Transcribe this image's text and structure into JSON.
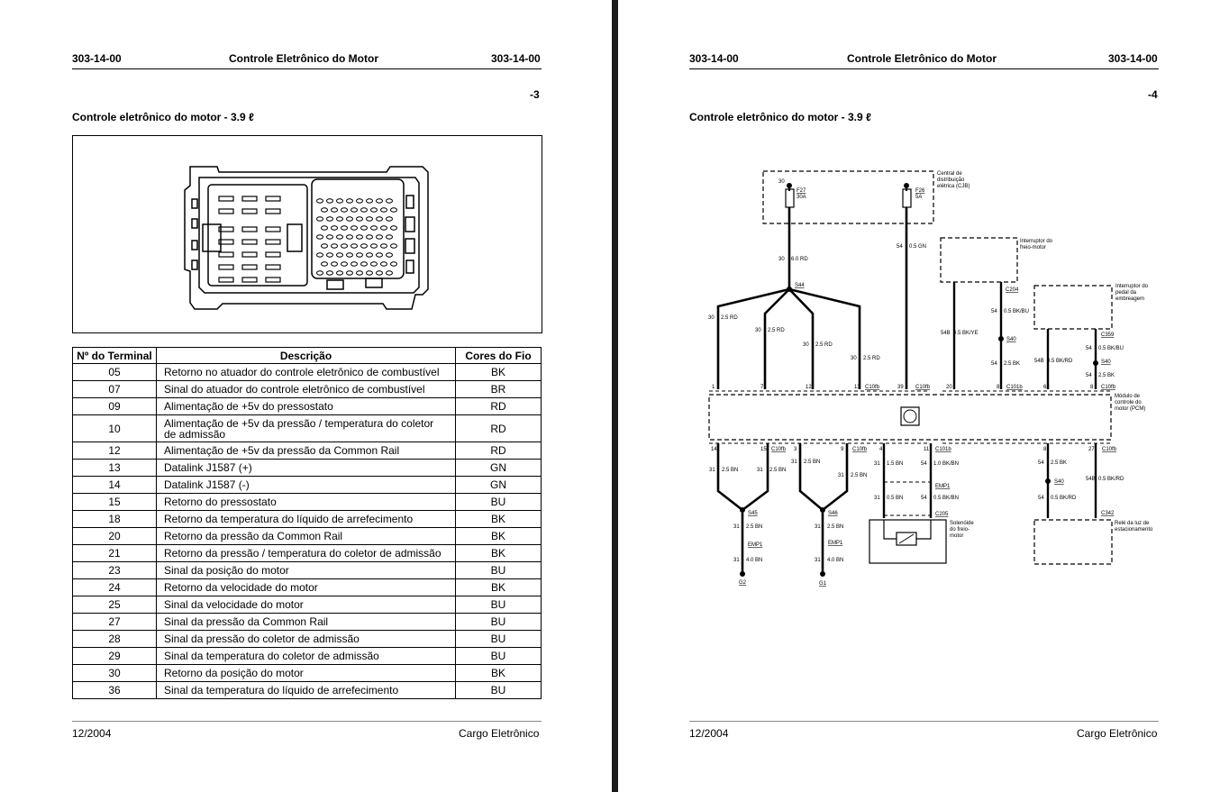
{
  "left_page": {
    "header_left": "303-14-00",
    "header_center": "Controle Eletrônico do Motor",
    "header_right": "303-14-00",
    "page_number": "-3",
    "section_title": "Controle eletrônico do motor - 3.9 ℓ",
    "table": {
      "headers": [
        "Nº do Terminal",
        "Descrição",
        "Cores do Fio"
      ],
      "rows": [
        [
          "05",
          "Retorno no atuador do controle eletrônico de combustível",
          "BK"
        ],
        [
          "07",
          "Sinal do atuador do controle eletrônico de combustível",
          "BR"
        ],
        [
          "09",
          "Alimentação de +5v do pressostato",
          "RD"
        ],
        [
          "10",
          "Alimentação de +5v da pressão / temperatura do coletor de admissão",
          "RD"
        ],
        [
          "12",
          "Alimentação de +5v da pressão da Common Rail",
          "RD"
        ],
        [
          "13",
          "Datalink J1587 (+)",
          "GN"
        ],
        [
          "14",
          "Datalink J1587 (-)",
          "GN"
        ],
        [
          "15",
          "Retorno do pressostato",
          "BU"
        ],
        [
          "18",
          "Retorno da temperatura do líquido de arrefecimento",
          "BK"
        ],
        [
          "20",
          "Retorno da pressão da Common Rail",
          "BK"
        ],
        [
          "21",
          "Retorno da pressão / temperatura do coletor de admissão",
          "BK"
        ],
        [
          "23",
          "Sinal da posição do motor",
          "BU"
        ],
        [
          "24",
          "Retorno da velocidade do motor",
          "BK"
        ],
        [
          "25",
          "Sinal da velocidade do motor",
          "BU"
        ],
        [
          "27",
          "Sinal da pressão da Common Rail",
          "BU"
        ],
        [
          "28",
          "Sinal da pressão do coletor de admissão",
          "BU"
        ],
        [
          "29",
          "Sinal da temperatura do coletor de admissão",
          "BU"
        ],
        [
          "30",
          "Retorno da posição do motor",
          "BK"
        ],
        [
          "36",
          "Sinal da temperatura do líquido de arrefecimento",
          "BU"
        ]
      ]
    },
    "footer_left": "12/2004",
    "footer_right": "Cargo Eletrônico"
  },
  "right_page": {
    "header_left": "303-14-00",
    "header_center": "Controle Eletrônico do Motor",
    "header_right": "303-14-00",
    "page_number": "-4",
    "section_title": "Controle eletrônico do motor - 3.9 ℓ",
    "diagram": {
      "cjb_label": [
        "Central de",
        "distribuição",
        "elétrica (CJB)"
      ],
      "fuse_a": {
        "id": "F27",
        "rating": "30A",
        "circuit": "30"
      },
      "fuse_b": {
        "id": "F26",
        "rating": "5A"
      },
      "wire_30_main": {
        "circuit": "30",
        "spec": "6.0 RD"
      },
      "wire_54_gn": {
        "circuit": "54",
        "spec": "0.5 GN"
      },
      "splice_top": "S44",
      "branches": [
        {
          "circuit": "30",
          "spec": "2.5 RD"
        },
        {
          "circuit": "30",
          "spec": "2.5 RD"
        },
        {
          "circuit": "30",
          "spec": "2.5 RD"
        },
        {
          "circuit": "30",
          "spec": "2.5 RD"
        }
      ],
      "brake_switch_label": [
        "Interruptor do",
        "freio-motor"
      ],
      "clutch_switch_label": [
        "Interruptor do",
        "pedal da",
        "embreagem"
      ],
      "wire_54b_bkye": {
        "circuit": "54B",
        "spec": "0.5 BK/YE"
      },
      "c204": "C204",
      "wire_54_bkbu": {
        "circuit": "54",
        "spec": "0.5 BK/BU"
      },
      "s40a": "S40",
      "wire_54_bk": {
        "circuit": "54",
        "spec": "2.5 BK"
      },
      "c359": "C359",
      "wire_54b_bkrd": {
        "circuit": "54B",
        "spec": "0.5 BK/RD"
      },
      "wire_54_bkbu2": {
        "circuit": "54",
        "spec": "0.5 BK/BU"
      },
      "s40b": "S40",
      "wire_54_bk2": {
        "circuit": "54",
        "spec": "2.5 BK"
      },
      "pcm_label": [
        "Módulo de",
        "controle do",
        "motor (PCM)"
      ],
      "pins_top": [
        "1",
        "7",
        "12",
        "13",
        "39",
        "20",
        "8",
        "62",
        "8"
      ],
      "conn_c10fb": "C10fb",
      "conn_c101b": "C101b",
      "pins_bottom": [
        "14",
        "15",
        "3",
        "9",
        "4",
        "11",
        "8",
        "27"
      ],
      "wire_31_bn": {
        "circuit": "31",
        "spec": "2.5 BN"
      },
      "wire_31_bn15": {
        "circuit": "31",
        "spec": "1.5 BN"
      },
      "wire_54_bkbn": {
        "circuit": "54",
        "spec": "1.0 BK/BN"
      },
      "emp1": "EMP1",
      "wire_31_bn05": {
        "circuit": "31",
        "spec": "0.5 BN"
      },
      "wire_54_bkbn05": {
        "circuit": "54",
        "spec": "0.5 BK/BN"
      },
      "c205": "C205",
      "solenoid_label": [
        "Solenóide",
        "do freio-",
        "motor"
      ],
      "s45": "S45",
      "s46": "S46",
      "wire_31_bn4": {
        "circuit": "31",
        "spec": "4.0 BN"
      },
      "g2": "G2",
      "g1": "G1",
      "wire_54_bk3": {
        "circuit": "54",
        "spec": "2.5 BK"
      },
      "wire_54b_bkrd2": {
        "circuit": "54B",
        "spec": "0.5 BK/RD"
      },
      "s40c": "S40",
      "wire_54_bkrd3": {
        "circuit": "54",
        "spec": "0.5 BK/RD"
      },
      "c342": "C342",
      "relay_label": [
        "Relé da luz de",
        "estacionamento"
      ]
    },
    "footer_left": "12/2004",
    "footer_right": "Cargo Eletrônico"
  }
}
